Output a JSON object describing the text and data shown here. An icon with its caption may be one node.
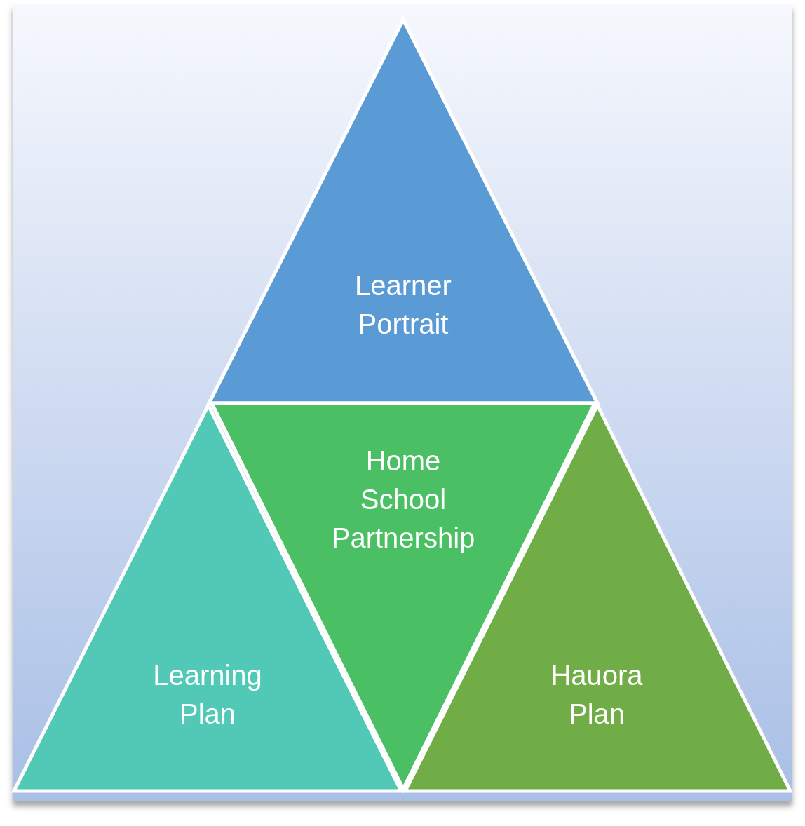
{
  "diagram": {
    "nodes": [
      {
        "text": [
          "Learner Portrait"
        ]
      },
      {
        "text": [
          "Home School Partnership"
        ]
      },
      {
        "text": [
          "Learning Plan"
        ]
      },
      {
        "text": [
          "Hauora Plan"
        ]
      }
    ]
  }
}
